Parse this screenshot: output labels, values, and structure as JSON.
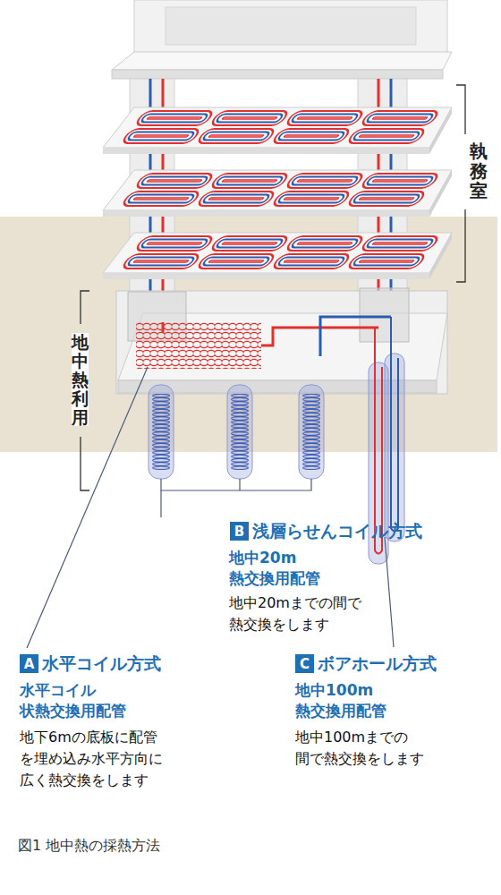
{
  "diagram": {
    "caption": "図1 地中熱の採熱方法",
    "nodes": [
      {
        "text": [
          "B"
        ]
      },
      {
        "text": [
          "A"
        ]
      },
      {
        "text": [
          "C"
        ]
      }
    ],
    "labels": [
      "執務室",
      "地中熱利用",
      "浅層らせんコイル方式",
      "地中20m 熱交換用配管",
      "地中20mまでの間で 熱交換をします",
      "水平コイル方式",
      "水平コイル 状熱交換用配管",
      "地下6mの底板に配管 を埋め込み水平方向に 広く熱交換をします",
      "ボアホール方式",
      "地中100m 熱交換用配管",
      "地中100mまでの 間で熱交換をします"
    ]
  }
}
